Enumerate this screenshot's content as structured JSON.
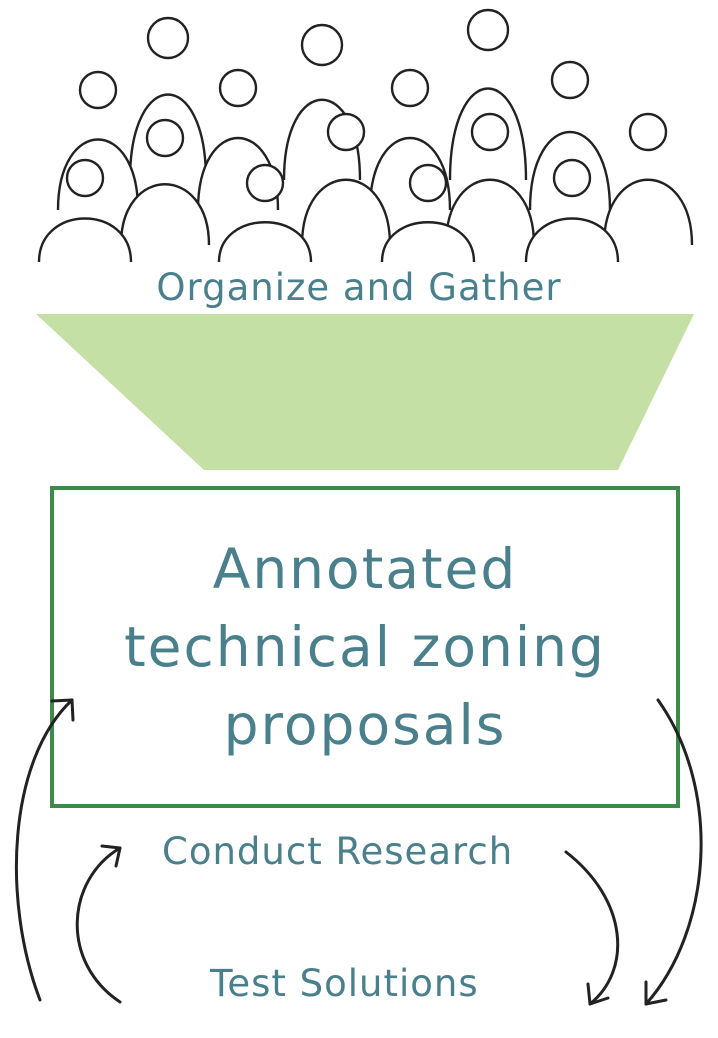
{
  "colors": {
    "funnel_fill": "#c5e0a5",
    "box_border": "#3d8b4a",
    "text": "#4a7f8c",
    "line": "#222222"
  },
  "icons": [
    "person-icon",
    "funnel-shape",
    "cycle-arrow"
  ],
  "labels": {
    "organize": "Organize and Gather",
    "box_line1": "Annotated",
    "box_line2": "technical zoning",
    "box_line3": "proposals",
    "research": "Conduct Research",
    "test": "Test Solutions"
  }
}
